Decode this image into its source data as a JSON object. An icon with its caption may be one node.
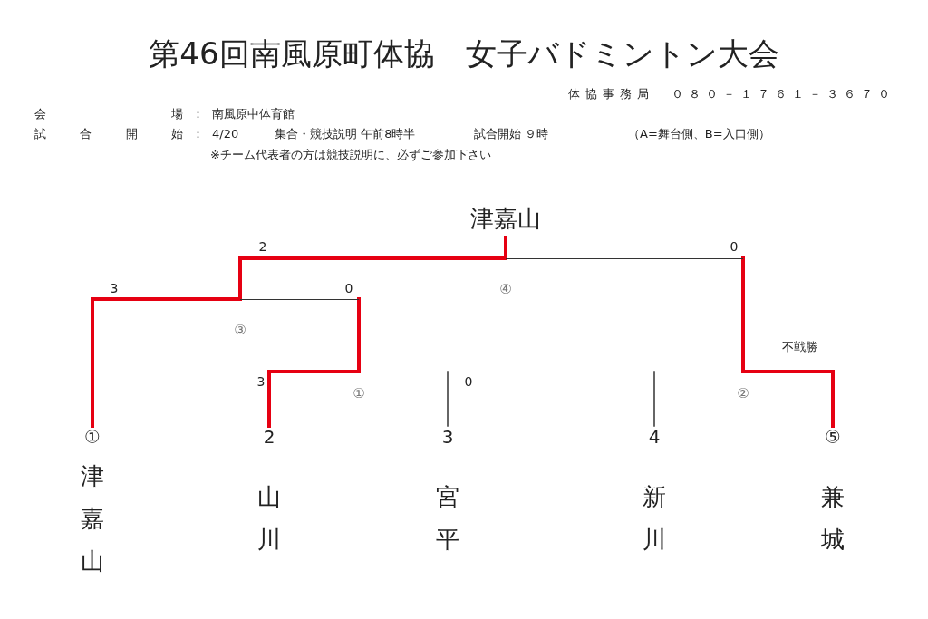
{
  "diagram": {
    "title": "第46回南風原町体協　女子バドミントン大会",
    "nodes": [
      {
        "text": [
          "津嘉山"
        ]
      },
      {
        "text": [
          "①",
          "津嘉山"
        ]
      },
      {
        "text": [
          "2",
          "山川"
        ]
      },
      {
        "text": [
          "3",
          "宮平"
        ]
      },
      {
        "text": [
          "4",
          "新川"
        ]
      },
      {
        "text": [
          "⑤",
          "兼城"
        ]
      },
      {
        "text": [
          "①"
        ]
      },
      {
        "text": [
          "②"
        ]
      },
      {
        "text": [
          "③"
        ]
      },
      {
        "text": [
          "④"
        ]
      }
    ],
    "edges": [
      {
        "from": 1,
        "to": 8,
        "arrow": "none",
        "label": "3"
      },
      {
        "from": 2,
        "to": 6,
        "arrow": "none",
        "label": "3"
      },
      {
        "from": 3,
        "to": 6,
        "arrow": "none",
        "label": "0",
        "color": "#333333"
      },
      {
        "from": 6,
        "to": 8,
        "arrow": "none",
        "label": "0"
      },
      {
        "from": 4,
        "to": 7,
        "arrow": "none",
        "color": "#333333"
      },
      {
        "from": 5,
        "to": 7,
        "arrow": "none",
        "label": "不戦勝"
      },
      {
        "from": 8,
        "to": 9,
        "arrow": "none",
        "label": "2"
      },
      {
        "from": 7,
        "to": 9,
        "arrow": "none",
        "label": "0"
      },
      {
        "from": 9,
        "to": 0,
        "arrow": "none"
      }
    ],
    "labels": [
      "体協事務局　０８０－１７６１－３６７０",
      "会場",
      "：",
      "南風原中体育館",
      "試合開始",
      "：",
      "4/20",
      "集合・競技説明 午前8時半",
      "試合開始 ９時",
      "（A=舞台側、B=入口側）",
      "※チーム代表者の方は競技説明に、必ずご参加下さい"
    ]
  }
}
